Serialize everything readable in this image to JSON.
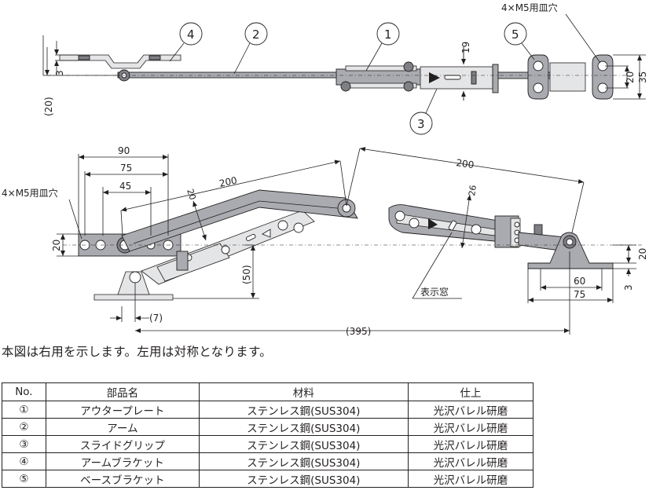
{
  "top_view": {
    "callouts": [
      "4",
      "2",
      "1",
      "5",
      "3"
    ],
    "hole_label": "4×M5用皿穴",
    "dims": {
      "d3": "3",
      "d20": "(20)",
      "d19": "19",
      "d20r": "20",
      "d35": "35"
    }
  },
  "side_view": {
    "dims": {
      "d90": "90",
      "d75": "75",
      "d45": "45",
      "d200a": "200",
      "d200b": "200",
      "d20slant": "20",
      "d26": "26",
      "d20left": "20",
      "d50": "(50)",
      "d7": "(7)",
      "d395": "(395)",
      "d20right": "20",
      "d60": "60",
      "d75r": "75",
      "d3r": "3"
    },
    "hole_label": "4×M5用皿穴",
    "window_label": "表示窓"
  },
  "note": "本図は右用を示します。左用は対称となります。",
  "table": {
    "headers": [
      "No.",
      "部品名",
      "材料",
      "仕上"
    ],
    "rows": [
      [
        "①",
        "アウタープレート",
        "ステンレス鋼(SUS304)",
        "光沢バレル研磨"
      ],
      [
        "②",
        "アーム",
        "ステンレス鋼(SUS304)",
        "光沢バレル研磨"
      ],
      [
        "③",
        "スライドグリップ",
        "ステンレス鋼(SUS304)",
        "光沢バレル研磨"
      ],
      [
        "④",
        "アームブラケット",
        "ステンレス鋼(SUS304)",
        "光沢バレル研磨"
      ],
      [
        "⑤",
        "ベースブラケット",
        "ステンレス鋼(SUS304)",
        "光沢バレル研磨"
      ]
    ]
  }
}
